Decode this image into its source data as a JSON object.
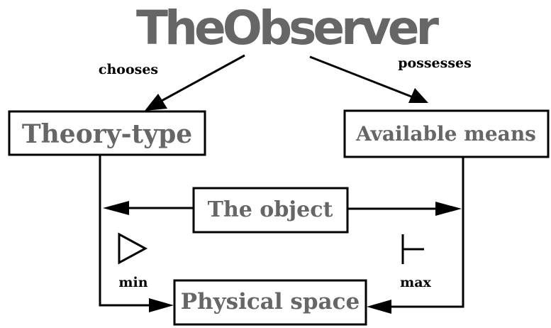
{
  "title": "TheObserver",
  "edges": {
    "chooses": "chooses",
    "possesses": "possesses"
  },
  "boxes": {
    "theory_type": "Theory-type",
    "available_means": "Available means",
    "the_object": "The object",
    "physical_space": "Physical space"
  },
  "markers": {
    "min": "min",
    "max": "max"
  },
  "colors": {
    "title": "#666666",
    "box_text": "#666666",
    "lines": "#000000"
  }
}
